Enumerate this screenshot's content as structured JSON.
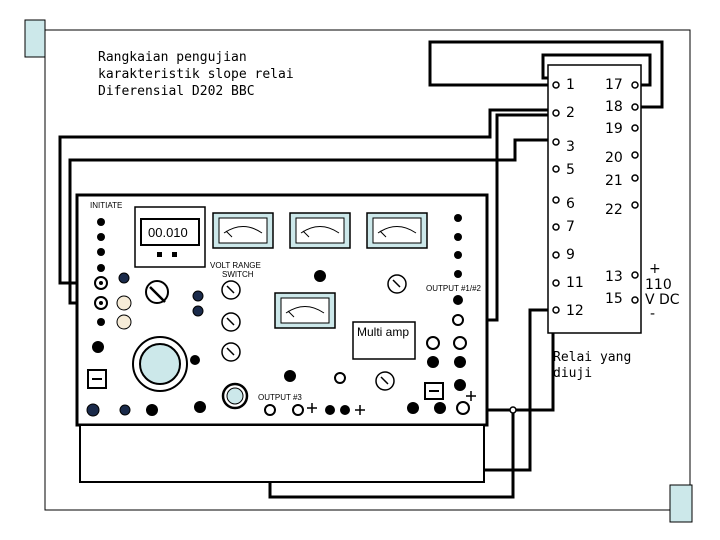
{
  "title_lines": [
    "Rangkaian pengujian",
    "karakteristik slope relai",
    "Diferensial D202 BBC"
  ],
  "panel": {
    "initiate_label": "INITIATE",
    "display_value": "00.010",
    "volt_range_line1": "VOLT RANGE",
    "volt_range_line2": "SWITCH",
    "output12_label": "OUTPUT #1/#2",
    "output3_label": "OUTPUT #3",
    "multiamp_label": "Multi amp"
  },
  "relay": {
    "left_terminals": [
      "1",
      "2",
      "3",
      "5",
      "6",
      "7",
      "9",
      "11",
      "12"
    ],
    "right_terminals": [
      "17",
      "18",
      "19",
      "20",
      "21",
      "22",
      "13",
      "15"
    ],
    "caption_line1": "Relai yang",
    "caption_line2": "diuji"
  },
  "supply": {
    "plus": "+",
    "voltage": "110",
    "unit": "V DC",
    "minus": "-"
  },
  "colors": {
    "corner_box": "#cce8ea",
    "meter_face": "#cce8ea",
    "line": "#000000"
  }
}
